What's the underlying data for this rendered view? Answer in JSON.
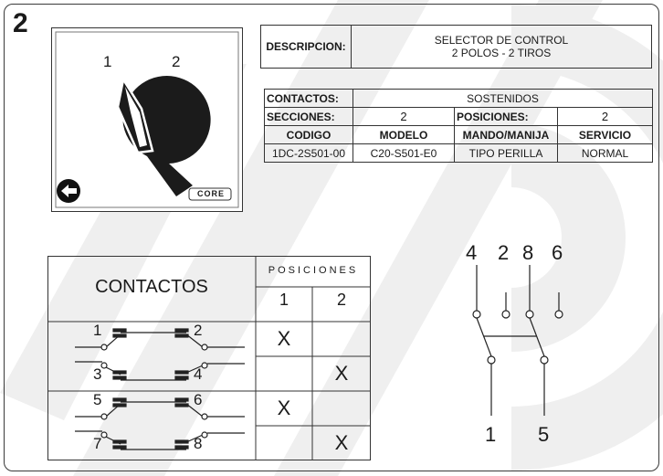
{
  "sheet_number": "2",
  "photo": {
    "pos1": "1",
    "pos2": "2",
    "brand": "CORE"
  },
  "description": {
    "label": "DESCRIPCION:",
    "line1": "SELECTOR DE CONTROL",
    "line2": "2 POLOS - 2 TIROS"
  },
  "specs": {
    "contactos_label": "CONTACTOS:",
    "contactos_value": "SOSTENIDOS",
    "secciones_label": "SECCIONES:",
    "secciones_value": "2",
    "posiciones_label": "POSICIONES:",
    "posiciones_value": "2",
    "headers": [
      "CODIGO",
      "MODELO",
      "MANDO/MANIJA",
      "SERVICIO"
    ],
    "values": [
      "1DC-2S501-00",
      "C20-S501-E0",
      "TIPO PERILLA",
      "NORMAL"
    ]
  },
  "contacts_table": {
    "title": "CONTACTOS",
    "positions_header": "POSICIONES",
    "pos_cols": [
      "1",
      "2"
    ],
    "rows": [
      {
        "left": "1",
        "right": "2",
        "mark_col": 1
      },
      {
        "left": "3",
        "right": "4",
        "mark_col": 2
      },
      {
        "left": "5",
        "right": "6",
        "mark_col": 1
      },
      {
        "left": "7",
        "right": "8",
        "mark_col": 2
      }
    ],
    "mark": "X"
  },
  "schematic": {
    "top_labels": [
      "4",
      "2",
      "8",
      "6"
    ],
    "bottom_labels": [
      "1",
      "5"
    ]
  }
}
